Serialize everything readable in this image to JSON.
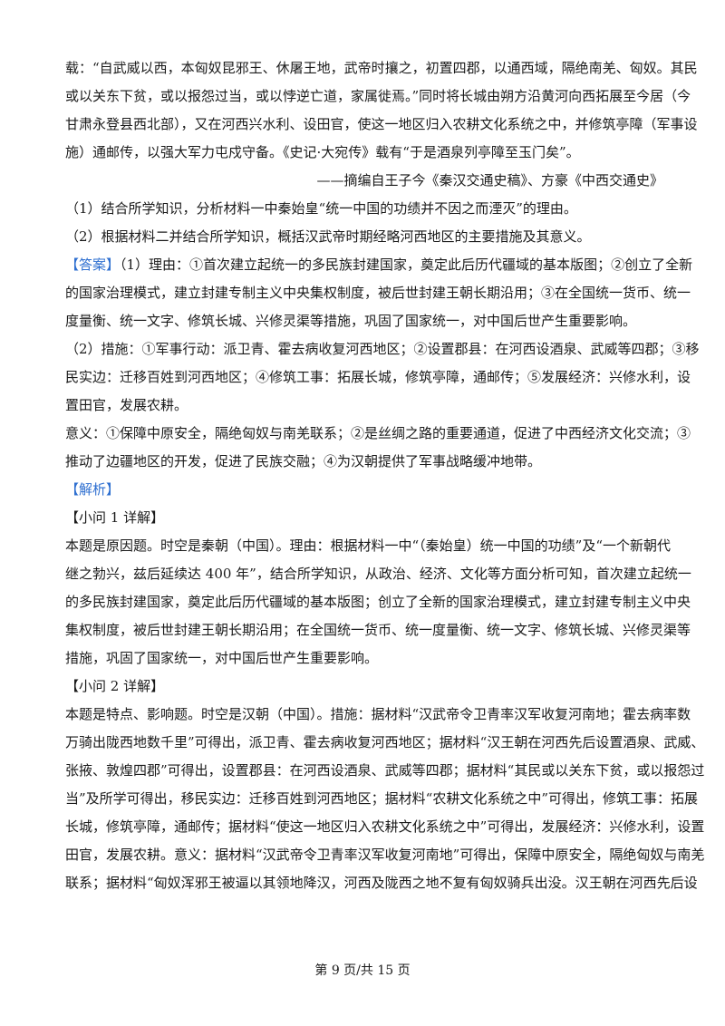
{
  "material_lines": [
    "载：“自武威以西，本匈奴昆邪王、休屠王地，武帝时攘之，初置四郡，以通西域，隔绝南羌、匈奴。其民",
    "或以关东下贫，或以报怨过当，或以悖逆亡道，家属徙焉。”同时将长城由朔方沿黄河向西拓展至今居（今",
    "甘肃永登县西北部），又在河西兴水利、设田官，使这一地区归入农耕文化系统之中，并修筑亭障（军事设",
    "施）通邮传，以强大军力屯戍守备。《史记·大宛传》载有“于是酒泉列亭障至玉门矣”。"
  ],
  "source": "——摘编自王子今《秦汉交通史稿》、方豪《中西交通史》",
  "questions": [
    "（1）结合所学知识，分析材料一中秦始皇“统一中国的功绩并不因之而湮灭”的理由。",
    "（2）根据材料二并结合所学知识，概括汉武帝时期经略河西地区的主要措施及其意义。"
  ],
  "answer": {
    "tag": "【答案】",
    "first_line_rest": "（1）理由：①首次建立起统一的多民族封建国家，奠定此后历代疆域的基本版图；②创立了全新",
    "lines": [
      "的国家治理模式，建立封建专制主义中央集权制度，被后世封建王朝长期沿用；③在全国统一货币、统一",
      "度量衡、统一文字、修筑长城、兴修灵渠等措施，巩固了国家统一，对中国后世产生重要影响。",
      "（2）措施：①军事行动：派卫青、霍去病收复河西地区；②设置郡县：在河西设酒泉、武威等四郡；③移",
      "民实边：迁移百姓到河西地区；④修筑工事：拓展长城，修筑亭障，通邮传；⑤发展经济：兴修水利，设",
      "置田官，发展农耕。",
      "意义：①保障中原安全，隔绝匈奴与南羌联系；②是丝绸之路的重要通道，促进了中西经济文化交流；③",
      "推动了边疆地区的开发，促进了民族交融；④为汉朝提供了军事战略缓冲地带。"
    ]
  },
  "analysis": {
    "tag": "【解析】",
    "q1_title": "【小问 1 详解】",
    "q1_lines": [
      "本题是原因题。时空是秦朝（中国）。理由：根据材料一中“（秦始皇）统一中国的功绩”及“一个新朝代",
      "继之勃兴，兹后延续达 400 年”，结合所学知识，从政治、经济、文化等方面分析可知，首次建立起统一",
      "的多民族封建国家，奠定此后历代疆域的基本版图；创立了全新的国家治理模式，建立封建专制主义中央",
      "集权制度，被后世封建王朝长期沿用；在全国统一货币、统一度量衡、统一文字、修筑长城、兴修灵渠等",
      "措施，巩固了国家统一，对中国后世产生重要影响。"
    ],
    "q2_title": "【小问 2 详解】",
    "q2_lines": [
      "本题是特点、影响题。时空是汉朝（中国）。措施：据材料“汉武帝令卫青率汉军收复河南地；霍去病率数",
      "万骑出陇西地数千里”可得出，派卫青、霍去病收复河西地区；据材料“汉王朝在河西先后设置酒泉、武威、",
      "张掖、敦煌四郡”可得出，设置郡县：在河西设酒泉、武威等四郡；据材料“其民或以关东下贫，或以报怨过",
      "当”及所学可得出，移民实边：迁移百姓到河西地区；据材料“农耕文化系统之中”可得出，修筑工事：拓展",
      "长城，修筑亭障，通邮传；据材料“使这一地区归入农耕文化系统之中”可得出，发展经济：兴修水利，设置",
      "田官，发展农耕。意义：据材料“汉武帝令卫青率汉军收复河南地”可得出，保障中原安全，隔绝匈奴与南羌",
      "联系；据材料“匈奴浑邪王被逼以其领地降汉，河西及陇西之地不复有匈奴骑兵出没。汉王朝在河西先后设"
    ]
  },
  "footer": "第 9 页/共 15 页"
}
